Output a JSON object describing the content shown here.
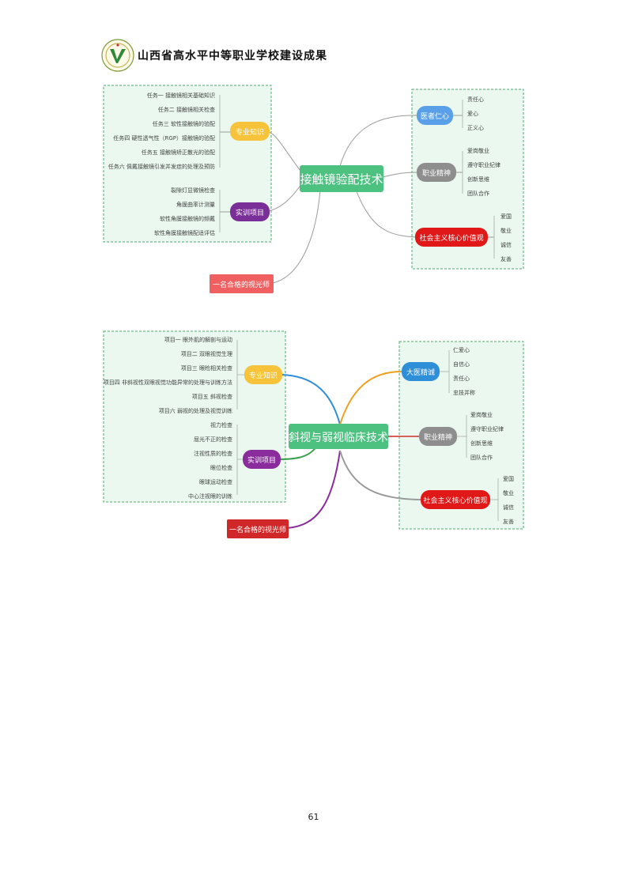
{
  "header": {
    "title": "山西省高水平中等职业学校建设成果"
  },
  "diagram1": {
    "center": "接触镜验配技术",
    "left_groups": [
      {
        "label": "专业知识",
        "items": [
          "任务一 接触镜相关基础知识",
          "任务二 接触镜相关检查",
          "任务三 软性接触镜的验配",
          "任务四 硬性透气性（RGP）接触镜的验配",
          "任务五 接触镜矫正散光的验配",
          "任务六 佩戴接触镜引发并发症的处理及预防"
        ]
      },
      {
        "label": "实训项目",
        "items": [
          "裂隙灯显微镜检查",
          "角膜曲率计测量",
          "软性角膜接触镜的频戴",
          "软性角膜接触镜配适评估"
        ]
      }
    ],
    "bottom_node": "一名合格的视光师",
    "right_groups": [
      {
        "label": "医者仁心",
        "items": [
          "责任心",
          "爱心",
          "正义心"
        ]
      },
      {
        "label": "职业精神",
        "items": [
          "爱岗敬业",
          "遵守职业纪律",
          "创新思维",
          "团队合作"
        ]
      },
      {
        "label": "社会主义核心价值观",
        "items": [
          "爱国",
          "敬业",
          "诚信",
          "友善"
        ]
      }
    ]
  },
  "diagram2": {
    "center": "斜视与弱视临床技术",
    "left_groups": [
      {
        "label": "专业知识",
        "items": [
          "项目一 眼外肌的解剖与运动",
          "项目二 双眼视觉生理",
          "项目三 眼睑相关检查",
          "项目四 非斜视性双眼视觉功能异常的处理与训练方法",
          "项目五 斜视检查",
          "项目六 弱视的处理及视觉训练"
        ]
      },
      {
        "label": "实训项目",
        "items": [
          "视力检查",
          "屈光不正的检查",
          "注视性质的检查",
          "眼位检查",
          "眼球运动检查",
          "中心注视眼的训练"
        ]
      }
    ],
    "bottom_node": "一名合格的视光师",
    "right_groups": [
      {
        "label": "大医精诚",
        "items": [
          "仁爱心",
          "自信心",
          "责任心",
          "忠技并称"
        ]
      },
      {
        "label": "职业精神",
        "items": [
          "爱岗敬业",
          "遵守职业纪律",
          "创新思维",
          "团队合作"
        ]
      },
      {
        "label": "社会主义核心价值观",
        "items": [
          "爱国",
          "敬业",
          "诚信",
          "友善"
        ]
      }
    ]
  },
  "footer": {
    "page_number": "61"
  }
}
